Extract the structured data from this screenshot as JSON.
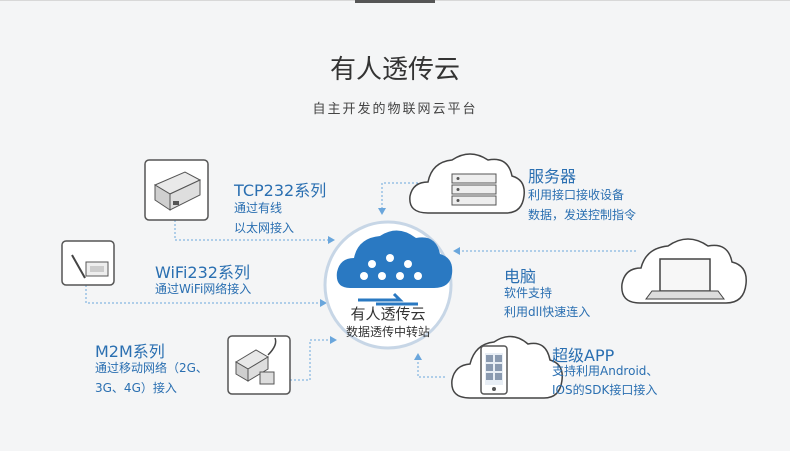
{
  "title": "有人透传云",
  "subtitle": "自主开发的物联网云平台",
  "center": {
    "name": "有人透传云",
    "desc": "数据透传中转站"
  },
  "left": [
    {
      "title": "TCP232系列",
      "lines": [
        "通过有线",
        "以太网接入"
      ]
    },
    {
      "title": "WiFi232系列",
      "lines": [
        "通过WiFi网络接入"
      ]
    },
    {
      "title": "M2M系列",
      "lines": [
        "通过移动网络（2G、",
        "3G、4G）接入"
      ]
    }
  ],
  "right": [
    {
      "title": "服务器",
      "lines": [
        "利用接口接收设备",
        "数据，发送控制指令"
      ]
    },
    {
      "title": "电脑",
      "lines": [
        "软件支持",
        "利用dll快速连入"
      ]
    },
    {
      "title": "超级APP",
      "lines": [
        "支持利用Android、",
        "IOS的SDK接口接入"
      ]
    }
  ],
  "icons": [
    "tcp232-device-icon",
    "wifi232-device-icon",
    "m2m-device-icon",
    "server-cloud-icon",
    "laptop-cloud-icon",
    "phone-cloud-icon",
    "cloud-hub-icon"
  ],
  "colors": {
    "accent": "#2a6fb1",
    "line": "#6aa6dc",
    "title": "#333333"
  }
}
